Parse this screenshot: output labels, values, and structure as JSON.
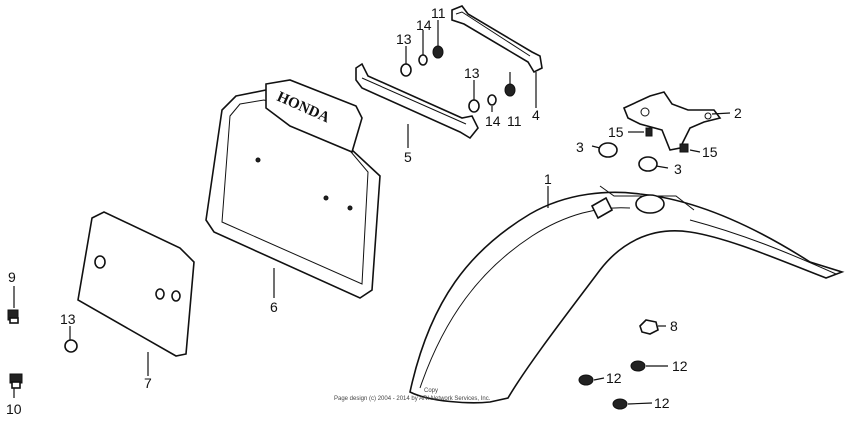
{
  "callouts": {
    "c1": "1",
    "c2": "2",
    "c3a": "3",
    "c3b": "3",
    "c4": "4",
    "c5": "5",
    "c6": "6",
    "c7": "7",
    "c8": "8",
    "c9": "9",
    "c10": "10",
    "c11a": "11",
    "c11b": "11",
    "c12a": "12",
    "c12b": "12",
    "c12c": "12",
    "c13a": "13",
    "c13b": "13",
    "c13c": "13",
    "c14a": "14",
    "c14b": "14",
    "c15a": "15",
    "c15b": "15"
  },
  "plate_logo": "HONDA",
  "footer": {
    "line1": "Copy",
    "line2": "Page design (c) 2004 - 2014 by ARI Network Services, Inc."
  }
}
